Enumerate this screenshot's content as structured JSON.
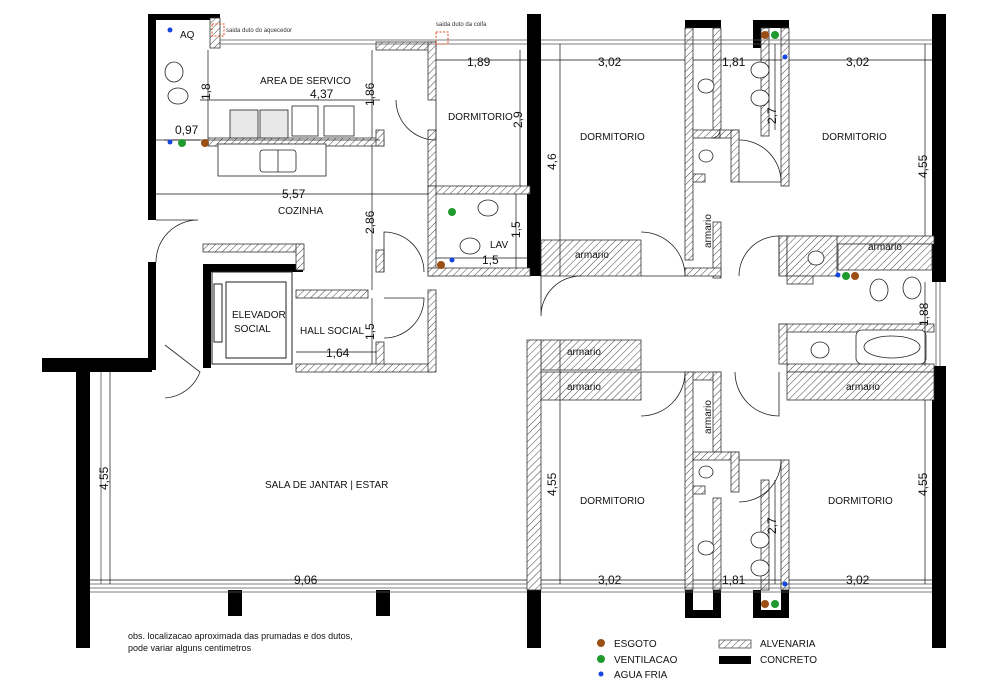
{
  "labels": {
    "aq": "AQ",
    "heater_duct": "saida duto do aquecedor",
    "hood_duct": "saida duto da coifa",
    "area_servico": "AREA DE SERVICO",
    "cozinha": "COZINHA",
    "dormitorio": "DORMITORIO",
    "lav": "LAV",
    "elevador": "ELEVADOR",
    "social": "SOCIAL",
    "hall_social": "HALL SOCIAL",
    "sala": "SALA DE JANTAR | ESTAR",
    "armario": "armario"
  },
  "dimensions": {
    "d_1_8": "1,8",
    "d_4_37": "4,37",
    "d_1_86": "1,86",
    "d_1_89": "1,89",
    "d_3_02": "3,02",
    "d_1_81": "1,81",
    "d_0_97": "0,97",
    "d_2_9": "2,9",
    "d_2_7": "2,7",
    "d_4_6": "4,6",
    "d_4_55": "4,55",
    "d_5_57": "5,57",
    "d_2_86": "2,86",
    "d_1_5": "1,5",
    "d_1_64": "1,64",
    "d_1_88": "1,88",
    "d_9_06": "9,06"
  },
  "note": "obs. localizacao aproximada das prumadas e dos dutos, pode variar alguns centimetros",
  "legend": {
    "esgoto": "ESGOTO",
    "ventilacao": "VENTILACAO",
    "agua_fria": "AGUA FRIA",
    "alvenaria": "ALVENARIA",
    "concreto": "CONCRETO"
  },
  "colors": {
    "esgoto": "#9b4f14",
    "ventilacao": "#1f9a2e",
    "agua_fria": "#1646e0",
    "duct": "#e0501e"
  }
}
